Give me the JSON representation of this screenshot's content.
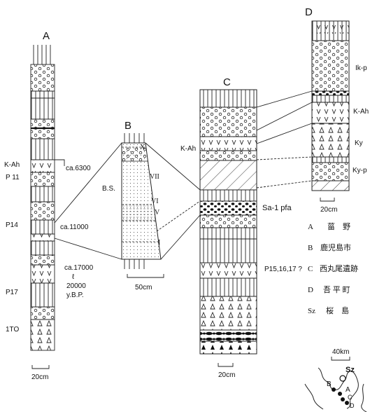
{
  "columns": {
    "A": {
      "letter": "A",
      "layer_labels": [
        "K-Ah",
        "P 11",
        "P14",
        "P17",
        "1TO"
      ],
      "ages": [
        "ca.6300",
        "ca.11000",
        "ca.17000",
        "ℓ",
        "20000",
        "y.B.P."
      ],
      "scale": "20cm"
    },
    "B": {
      "letter": "B",
      "bs_label": "B.S.",
      "roman": [
        "X",
        "VII",
        "VI",
        "V",
        "I"
      ],
      "scale": "50cm"
    },
    "C": {
      "letter": "C",
      "layer_labels": [
        "K-Ah",
        "Sa-1 pfa",
        "P15,16,17 ?"
      ],
      "scale": "20cm"
    },
    "D": {
      "letter": "D",
      "layer_labels": [
        "Ik-p",
        "K-Ah",
        "Ky",
        "Ky-p"
      ],
      "scale": "20cm"
    }
  },
  "legend": [
    {
      "key": "A",
      "place": "菑　野"
    },
    {
      "key": "B",
      "place": "鹿児島市"
    },
    {
      "key": "C",
      "place": "西丸尾遺跡"
    },
    {
      "key": "D",
      "place": "吾 平 町"
    },
    {
      "key": "Sz",
      "place": "桜　島"
    }
  ],
  "map": {
    "scale": "40km",
    "site_labels": [
      "Sz",
      "B",
      "A",
      "C",
      "D"
    ]
  }
}
